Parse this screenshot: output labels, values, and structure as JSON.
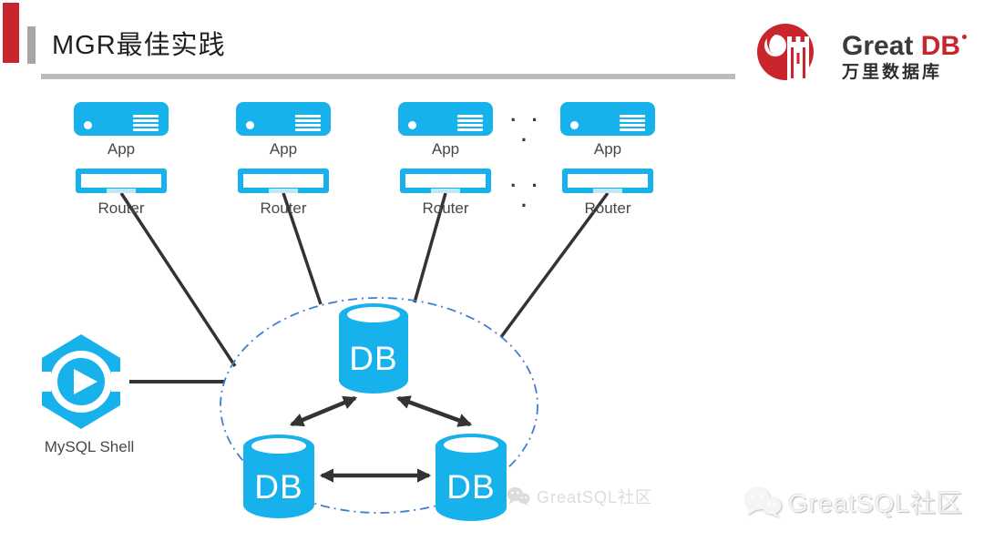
{
  "slide": {
    "title": "MGR最佳实践"
  },
  "logo": {
    "brand": "Great ",
    "brand_accent": "DB",
    "subtitle": "万里数据库"
  },
  "diagram": {
    "apps": [
      {
        "label": "App"
      },
      {
        "label": "App"
      },
      {
        "label": "App"
      },
      {
        "label": "App"
      }
    ],
    "routers": [
      {
        "label": "Router"
      },
      {
        "label": "Router"
      },
      {
        "label": "Router"
      },
      {
        "label": "Router"
      }
    ],
    "app_ellipsis": "· · ·",
    "router_ellipsis": "· · ·",
    "mysql_shell": {
      "label": "MySQL Shell"
    },
    "db_nodes": [
      {
        "label": "DB"
      },
      {
        "label": "DB"
      },
      {
        "label": "DB"
      }
    ]
  },
  "watermarks": [
    {
      "text": "GreatSQL社区"
    },
    {
      "text": "GreatSQL社区"
    }
  ],
  "colors": {
    "accent_cyan": "#17b2ec",
    "brand_red": "#c9252c",
    "cluster_outline_blue": "#3f7fd0",
    "connector_dark": "#333333"
  }
}
